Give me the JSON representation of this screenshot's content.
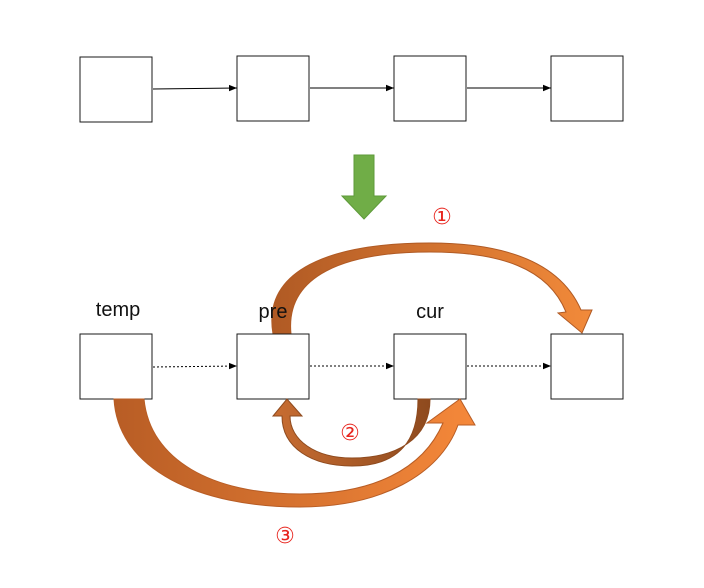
{
  "diagram": {
    "labels": {
      "temp": "temp",
      "pre": "pre",
      "cur": "cur"
    },
    "steps": {
      "step1": "①",
      "step2": "②",
      "step3": "③"
    },
    "colors": {
      "transform_arrow": "#70ad47",
      "step_arrow_dark": "#b05a24",
      "step_arrow_light": "#ed7d31",
      "step_number": "#e8261f",
      "node_border": "#1a1a1a"
    }
  }
}
